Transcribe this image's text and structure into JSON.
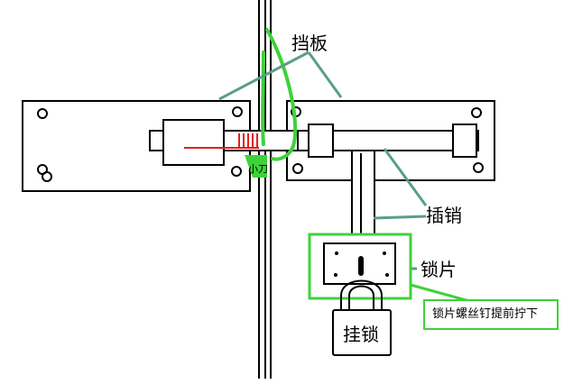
{
  "labels": {
    "baffle": "挡板",
    "bolt": "插销",
    "lock_plate": "锁片",
    "padlock": "挂锁",
    "knife": "小刀"
  },
  "callout": {
    "text": "锁片螺丝钉提前拧下"
  },
  "colors": {
    "outline": "#000000",
    "leader_line": "#5a9e86",
    "highlight_green": "#3fd13a",
    "knife_red": "#e02020"
  }
}
